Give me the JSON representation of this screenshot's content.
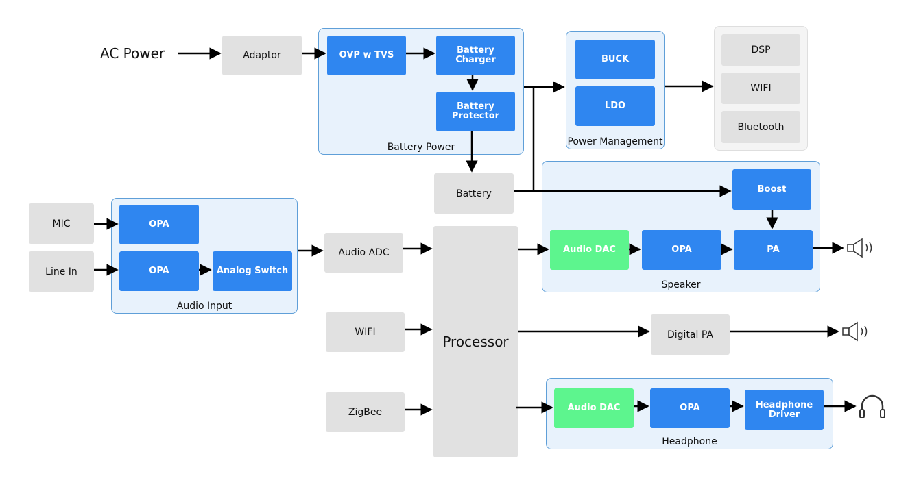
{
  "inputs": {
    "ac_power": "AC Power",
    "adaptor": "Adaptor"
  },
  "battery_power": {
    "label": "Battery Power",
    "ovp": "OVP w TVS",
    "charger": "Battery Charger",
    "protector": "Battery Protector"
  },
  "battery": "Battery",
  "power_management": {
    "label": "Power Management",
    "buck": "BUCK",
    "ldo": "LDO"
  },
  "loads": {
    "dsp": "DSP",
    "wifi": "WIFI",
    "bluetooth": "Bluetooth"
  },
  "audio_sources": {
    "mic": "MIC",
    "line_in": "Line In"
  },
  "audio_input": {
    "label": "Audio Input",
    "opa_mic": "OPA",
    "opa_line": "OPA",
    "analog_switch": "Analog Switch"
  },
  "audio_adc": "Audio ADC",
  "wireless": {
    "wifi": "WIFI",
    "zigbee": "ZigBee"
  },
  "processor": "Processor",
  "speaker": {
    "label": "Speaker",
    "boost": "Boost",
    "dac": "Audio DAC",
    "opa": "OPA",
    "pa": "PA"
  },
  "digital_pa": "Digital PA",
  "headphone": {
    "label": "Headphone",
    "dac": "Audio DAC",
    "opa": "OPA",
    "driver": "Headphone Driver"
  },
  "colors": {
    "blue_block": "#2f86f0",
    "gray_block": "#e1e1e1",
    "green_block": "#5df58e",
    "group_fill": "#e8f2fc",
    "group_border": "#5f9fd8"
  }
}
